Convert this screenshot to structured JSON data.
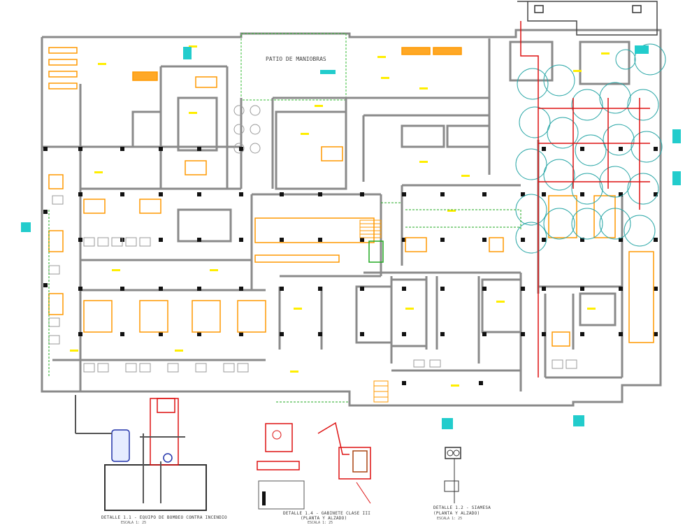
{
  "plan": {
    "patio_label": "PATIO DE MANIOBRAS"
  },
  "details": {
    "d1_title": "DETALLE 1.1 - EQUIPO DE BOMBEO CONTRA INCENDIO",
    "d1_scale": "ESCALA 1: 25",
    "d2_title": "DETALLE 1.4 - GABINETE CLASE III",
    "d2_sub": "(PLANTA Y ALZADO)",
    "d2_scale": "ESCALA 1: 25",
    "d3_title": "DETALLE 1.2 - SIAMESA",
    "d3_sub": "(PLANTA Y ALZADO)",
    "d3_scale": "ESCALA 1: 25"
  },
  "colors": {
    "wall": "#8a8a8a",
    "furniture": "#ff9900",
    "fixture": "#ffee00",
    "sprinkler": "#2aa7a7",
    "fire_line": "#dd1111",
    "dashed": "#22aa22",
    "accent_cyan": "#22cccc"
  }
}
